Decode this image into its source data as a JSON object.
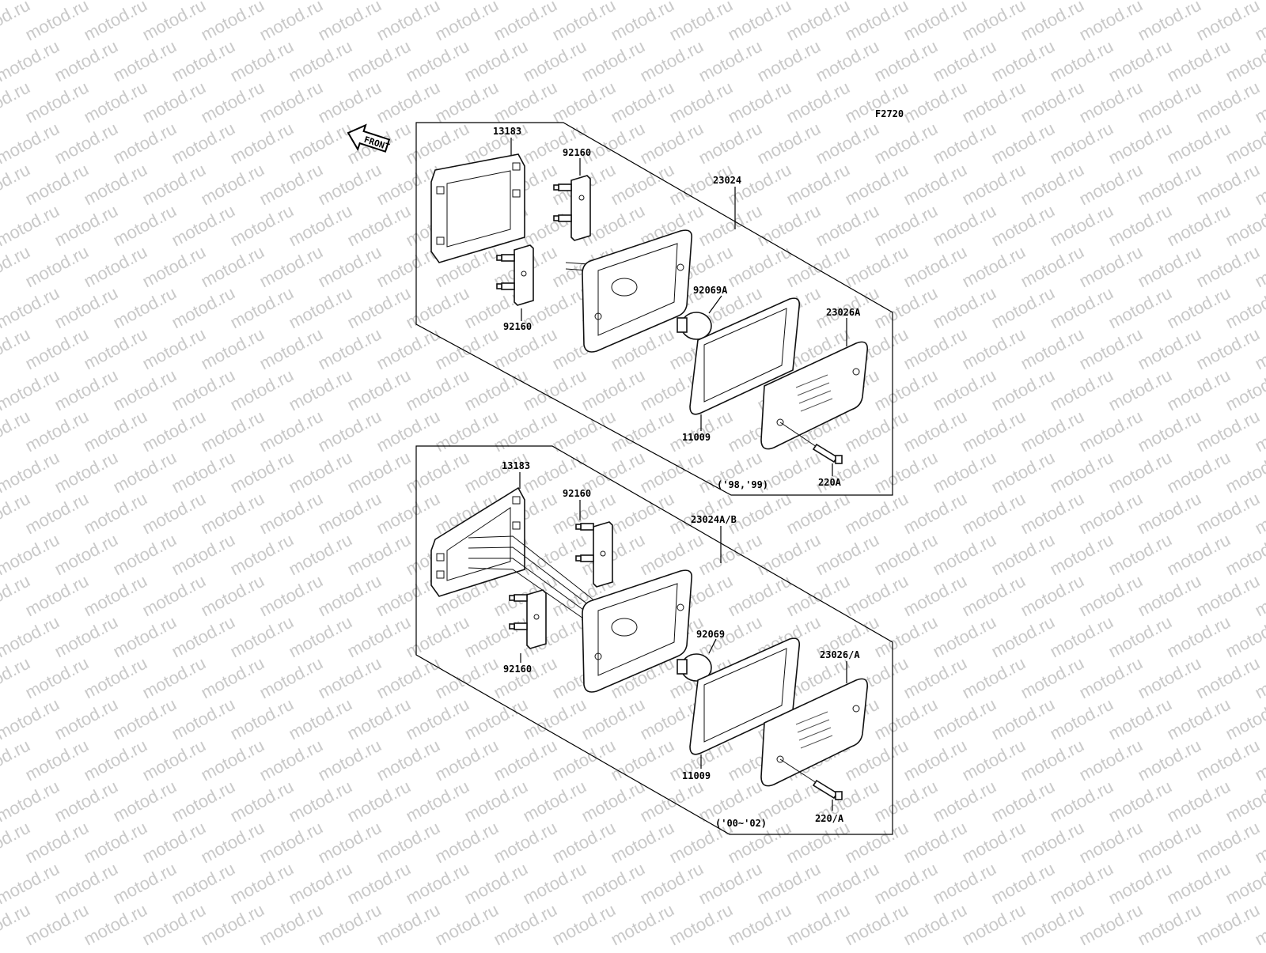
{
  "figure_code": "F2720",
  "watermark": "motod.ru",
  "front_label": "FRONT",
  "colors": {
    "line": "#000000",
    "watermark": "#c9c9c9",
    "background": "#ffffff"
  },
  "groups": [
    {
      "id": "upper",
      "years": "('98,'99)",
      "labels": {
        "bracket": "13183",
        "socket_top": "92160",
        "socket_bottom": "92160",
        "housing": "23024",
        "bulb": "92069A",
        "lens": "23026A",
        "gasket": "11009",
        "screw": "220A"
      }
    },
    {
      "id": "lower",
      "years": "('00~'02)",
      "labels": {
        "bracket": "13183",
        "socket_top": "92160",
        "socket_bottom": "92160",
        "housing": "23024A/B",
        "bulb": "92069",
        "lens": "23026/A",
        "gasket": "11009",
        "screw": "220/A"
      }
    }
  ]
}
